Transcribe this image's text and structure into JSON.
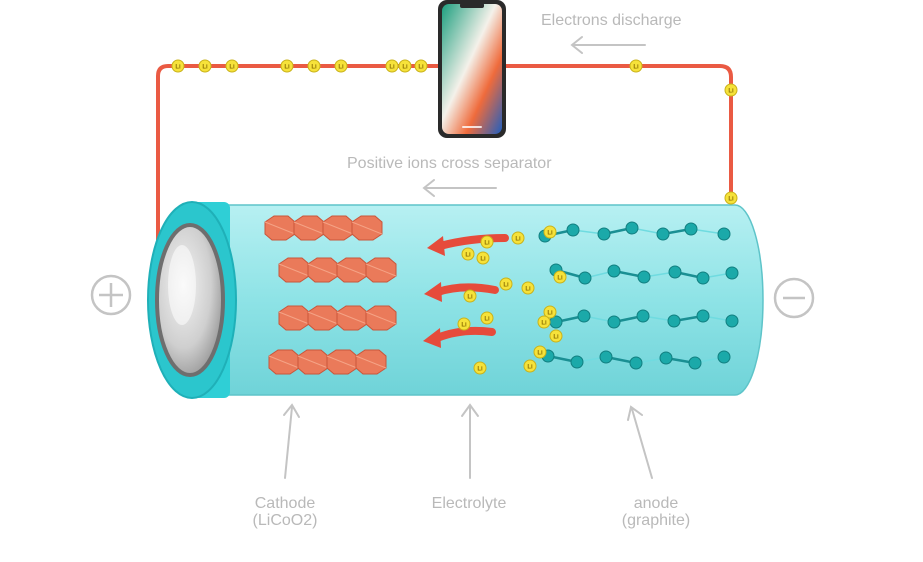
{
  "labels": {
    "electrons": "Electrons discharge",
    "ions": "Positive ions cross separator",
    "cathode": "Cathode",
    "cathode_sub": "(LiCoO2)",
    "electrolyte": "Electrolyte",
    "anode": "anode",
    "anode_sub": "(graphite)"
  },
  "symbols": {
    "positive": "+",
    "negative": "−",
    "ion": "Li"
  },
  "colors": {
    "wire": "#ea5a43",
    "cell_body": "#8ee3e6",
    "cell_cap": "#2fcfd6",
    "cathode_crystal": "#ea7a5a",
    "anode_atom": "#1ba9a9",
    "ion_fill": "#f6e23a",
    "flow_arrow": "#e64b3b",
    "label_text": "#b9b9b9"
  },
  "icons": {
    "phone": "smartphone-icon",
    "plus": "plus-terminal-icon",
    "minus": "minus-terminal-icon"
  }
}
